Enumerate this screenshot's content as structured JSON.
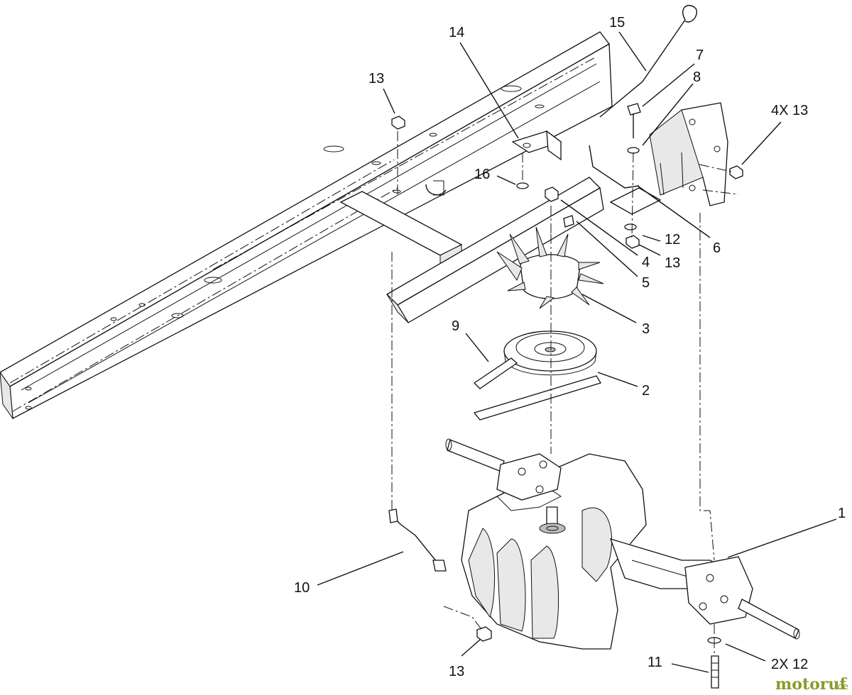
{
  "callouts": {
    "c1": "1",
    "c2": "2",
    "c3": "3",
    "c4": "4",
    "c5": "5",
    "c6": "6",
    "c7": "7",
    "c8": "8",
    "c9": "9",
    "c10": "10",
    "c11": "11",
    "c12a": "12",
    "c12b": "2X 12",
    "c13a": "13",
    "c13b": "13",
    "c13c": "4X 13",
    "c13d": "13",
    "c14": "14",
    "c15": "15",
    "c16": "16"
  },
  "watermark": {
    "brand": "motoruf",
    "suffix": ".de"
  }
}
